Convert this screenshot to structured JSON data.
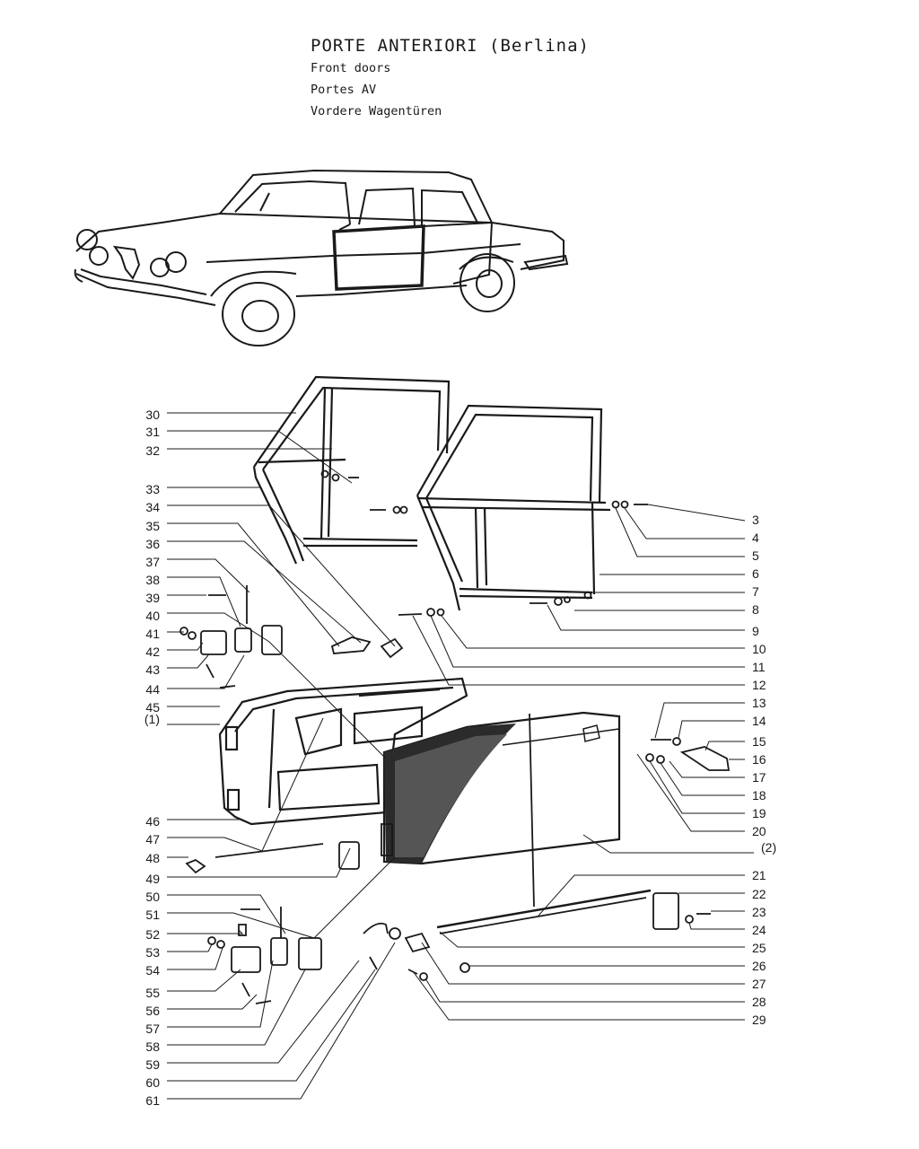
{
  "header": {
    "title": "PORTE ANTERIORI (Berlina)",
    "subtitles": [
      "Front doors",
      "Portes AV",
      "Vordere Wagentüren"
    ]
  },
  "callouts_left": [
    "30",
    "31",
    "32",
    "33",
    "34",
    "35",
    "36",
    "37",
    "38",
    "39",
    "40",
    "41",
    "42",
    "43",
    "44",
    "45",
    "(1)",
    "46",
    "47",
    "48",
    "49",
    "50",
    "51",
    "52",
    "53",
    "54",
    "55",
    "56",
    "57",
    "58",
    "59",
    "60",
    "61"
  ],
  "callouts_right": [
    "3",
    "4",
    "5",
    "6",
    "7",
    "8",
    "9",
    "10",
    "11",
    "12",
    "13",
    "14",
    "15",
    "16",
    "17",
    "18",
    "19",
    "20",
    "(2)",
    "21",
    "22",
    "23",
    "24",
    "25",
    "26",
    "27",
    "28",
    "29"
  ]
}
